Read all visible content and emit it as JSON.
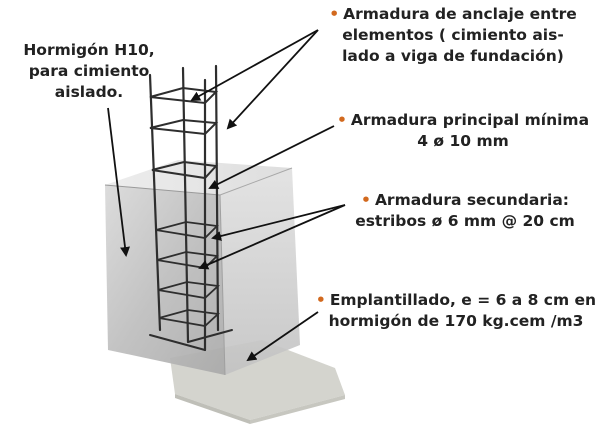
{
  "labels": {
    "concrete": {
      "line1": "Hormigón H10,",
      "line2": "para cimiento",
      "line3": "aislado."
    },
    "anchor": {
      "bullet": "•",
      "line1": "Armadura de anclaje entre",
      "line2": "elementos ( cimiento ais-",
      "line3": "lado  a viga  de  fundación)"
    },
    "main_rebar": {
      "bullet": "•",
      "line1": "Armadura principal mínima",
      "line2": "4 ø 10 mm"
    },
    "stirrups": {
      "bullet": "•",
      "line1": "Armadura  secundaria:",
      "line2": "estribos ø 6 mm @ 20 cm"
    },
    "lean_concrete": {
      "bullet": "•",
      "line1": "Emplantillado,  e = 6 a 8 cm en",
      "line2": "hormigón de 170  kg.cem /m3"
    }
  },
  "colors": {
    "bullet": "#d2691e",
    "text": "#222222",
    "rebar": "#2e2e2e",
    "concrete_front": "#b8b8b8",
    "concrete_side": "#cfcfcf",
    "concrete_top": "#e4e4e4",
    "lean_concrete": "#d6d6d0",
    "arrow": "#111111"
  }
}
